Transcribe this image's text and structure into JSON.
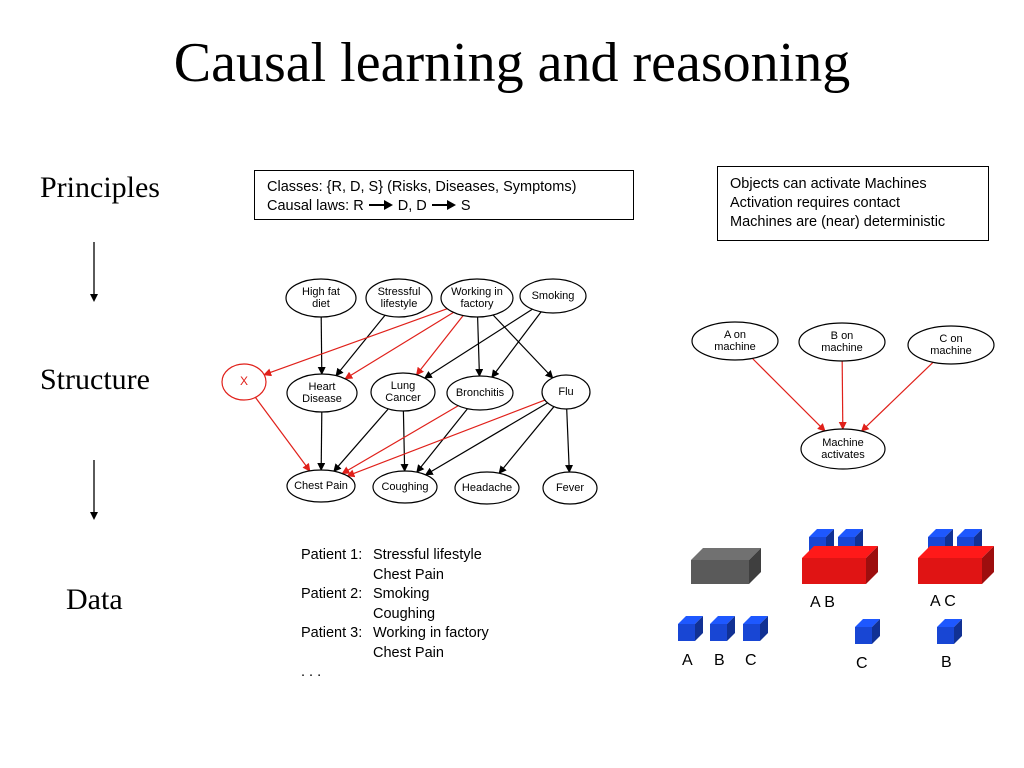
{
  "title": "Causal learning and reasoning",
  "rows": {
    "principles": "Principles",
    "structure": "Structure",
    "data": "Data"
  },
  "principles_box_left": {
    "line1": "Classes: {R, D, S}  (Risks, Diseases, Symptoms)",
    "line2_prefix": "Causal laws: R ",
    "line2_mid": " D,  D ",
    "line2_suffix": " S"
  },
  "principles_box_right": {
    "line1": "Objects can activate Machines",
    "line2": "Activation requires contact",
    "line3": "Machines are (near) deterministic"
  },
  "disease_network": {
    "risks": [
      "High fat|diet",
      "Stressful|lifestyle",
      "Working in|factory",
      "Smoking"
    ],
    "hidden": "X",
    "diseases": [
      "Heart|Disease",
      "Lung|Cancer",
      "Bronchitis",
      "Flu"
    ],
    "symptoms": [
      "Chest Pain",
      "Coughing",
      "Headache",
      "Fever"
    ],
    "edge_colors": {
      "known": "#000000",
      "hidden": "#e0201a"
    }
  },
  "machine_network": {
    "causes": [
      "A on|machine",
      "B on|machine",
      "C on|machine"
    ],
    "effect": "Machine|activates",
    "edge_color": "#e0201a"
  },
  "patients": [
    {
      "tag": "Patient 1:",
      "items": [
        "Stressful lifestyle",
        "Chest Pain"
      ]
    },
    {
      "tag": "Patient 2:",
      "items": [
        "Smoking",
        "Coughing"
      ]
    },
    {
      "tag": "Patient 3:",
      "items": [
        "Working in factory",
        "Chest Pain"
      ]
    }
  ],
  "patients_ellipsis": ". . .",
  "blocks": {
    "colors": {
      "block": "#1846d4",
      "machine_active": "#e01414",
      "machine_idle": "#5a5a5a"
    },
    "trial1_labels": "A  B",
    "trial2_labels": "A  C",
    "loose_abc": [
      "A",
      "B",
      "C"
    ],
    "loose_c": "C",
    "loose_b": "B"
  }
}
